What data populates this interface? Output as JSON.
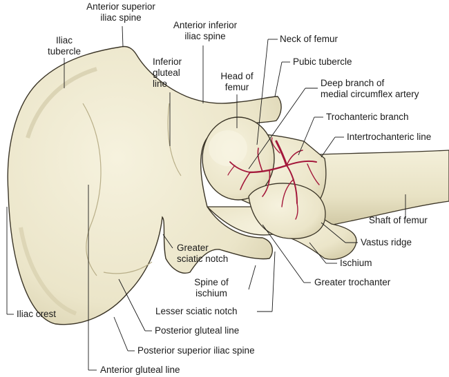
{
  "labels": {
    "anterior_superior_iliac_spine": [
      "Anterior superior",
      "iliac spine"
    ],
    "iliac_tubercle": [
      "Iliac",
      "tubercle"
    ],
    "anterior_inferior_iliac_spine": [
      "Anterior inferior",
      "iliac spine"
    ],
    "inferior_gluteal_line": [
      "Inferior",
      "gluteal",
      "line"
    ],
    "head_of_femur": [
      "Head of",
      "femur"
    ],
    "neck_of_femur": "Neck of femur",
    "pubic_tubercle": "Pubic tubercle",
    "deep_branch_mca": [
      "Deep branch of",
      "medial circumflex artery"
    ],
    "trochanteric_branch": "Trochanteric branch",
    "intertrochanteric_line": "Intertrochanteric line",
    "shaft_of_femur": "Shaft of femur",
    "vastus_ridge": "Vastus ridge",
    "ischium": "Ischium",
    "greater_trochanter": "Greater trochanter",
    "greater_sciatic_notch": [
      "Greater",
      "sciatic notch"
    ],
    "spine_of_ischium": [
      "Spine of",
      "ischium"
    ],
    "lesser_sciatic_notch": "Lesser sciatic notch",
    "posterior_gluteal_line": "Posterior gluteal line",
    "posterior_superior_iliac_spine": "Posterior superior iliac spine",
    "anterior_gluteal_line": "Anterior gluteal line",
    "iliac_crest": "Iliac crest"
  },
  "colors": {
    "bone_fill": "#ede8cf",
    "bone_shadow": "#c9c1a0",
    "bone_outline": "#3a3426",
    "artery": "#a3173a",
    "leader": "#1a1a1a"
  }
}
